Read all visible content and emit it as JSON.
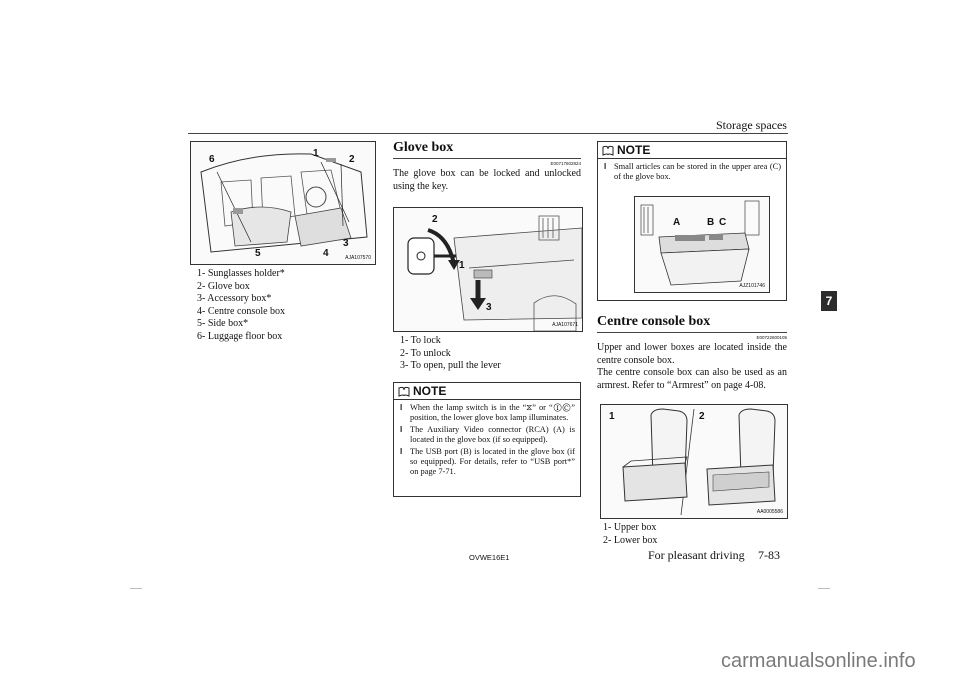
{
  "header": {
    "section": "Storage spaces",
    "chapter": "7"
  },
  "left": {
    "figure_code": "AJA107570",
    "callouts": [
      "6",
      "1",
      "2",
      "3",
      "4",
      "5"
    ],
    "items": [
      "1- Sunglasses holder*",
      "2- Glove box",
      "3- Accessory box*",
      "4- Centre console box",
      "5- Side box*",
      "6- Luggage floor box"
    ]
  },
  "glove": {
    "title": "Glove box",
    "code": "E00717602824",
    "body": "The glove box can be locked and unlocked using the key.",
    "figure_code": "AJA107671",
    "callouts": [
      "2",
      "1",
      "3"
    ],
    "items": [
      "1- To lock",
      "2- To unlock",
      "3- To open, pull the lever"
    ],
    "note": {
      "label": "NOTE",
      "bullets": [
        "When the lamp switch is in the “⧖” or “ⒾⒸ” position, the lower glove box lamp illuminates.",
        "The Auxiliary Video connector (RCA) (A) is located in the glove box (if so equipped).",
        "The USB port (B) is located in the glove box (if so equipped). For details, refer to “USB port*” on page 7-71."
      ]
    }
  },
  "right_note": {
    "label": "NOTE",
    "bullet": "Small articles can be stored in the upper area (C) of the glove box.",
    "figure_code": "AJZ101746",
    "callouts": [
      "A",
      "B",
      "C"
    ]
  },
  "console": {
    "title": "Centre console box",
    "code": "E00722600105",
    "body1": "Upper and lower boxes are located inside the centre console box.",
    "body2": "The centre console box can also be used as an armrest. Refer to “Armrest” on page 4-08.",
    "figure_code": "AA0005586",
    "callouts": [
      "1",
      "2"
    ],
    "items": [
      "1- Upper box",
      "2- Lower box"
    ]
  },
  "footer": {
    "code": "OVWE16E1",
    "text": "For pleasant driving",
    "page": "7-83"
  },
  "watermark": "carmanualsonline.info"
}
